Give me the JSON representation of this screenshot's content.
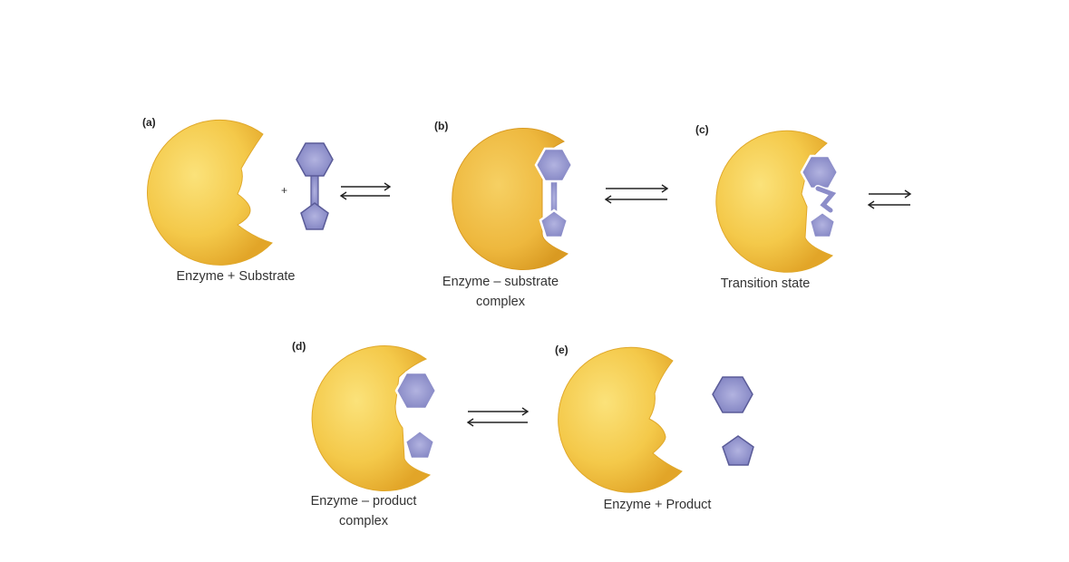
{
  "panels": {
    "a": {
      "label": "(a)",
      "caption": "Enzyme + Substrate"
    },
    "b": {
      "label": "(b)",
      "caption_line1": "Enzyme – substrate",
      "caption_line2": "complex"
    },
    "c": {
      "label": "(c)",
      "caption": "Transition state"
    },
    "d": {
      "label": "(d)",
      "caption_line1": "Enzyme – product",
      "caption_line2": "complex"
    },
    "e": {
      "label": "(e)",
      "caption": "Enzyme + Product"
    }
  },
  "plus_sign": "+",
  "colors": {
    "enzyme": "#f2c94c",
    "enzyme_edge": "#e0a82a",
    "substrate": "#8c8dc9",
    "substrate_edge": "#5a5b98",
    "arrow": "#222222"
  }
}
